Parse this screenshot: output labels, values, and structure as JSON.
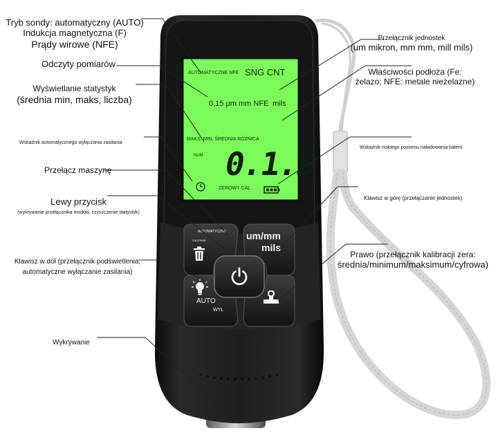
{
  "annotations": {
    "probe_mode": [
      "Tryb sondy: automatyczny (AUTO)",
      "Indukcja magnetyczna (F)",
      "Prądy wirowe (NFE)"
    ],
    "readings": "Odczyty pomiarów",
    "stats_title": "Wyświetlanie statystyk",
    "stats_detail": "(średnia min, maks, liczba)",
    "auto_power_off": "Wskaźnik automatycznego wyłączania zasilania",
    "machine_switch": "Przełącz maszynę",
    "left_key_title": "Lewy przycisk",
    "left_key_detail": "(wykrywanie przełącznika modów, czyszczenie statystyk)",
    "down_key": [
      "Klawisz w dół (przełącznik podświetlenia,",
      "automatyczne wyłączanie zasilania)"
    ],
    "detection": "Wykrywanie",
    "unit_switch_title": "Przełącznik jednostek",
    "unit_switch_detail": "(um mikron, mm mm, mill mils)",
    "substrate": [
      "Właściwości podłoża (Fe:",
      "żelazo; NFE: metale nieżelazne)"
    ],
    "low_battery": "Wskaźnik niskiego poziomu naładowania baterii",
    "up_key": "Klawisz w górę (przełączanie jednostek)",
    "right_key": [
      "Prawo (przełącznik kalibracji zera:",
      "średnia/minimum/maksimum/cyfrowa)"
    ]
  },
  "lcd": {
    "mode_label": "AUTOMATYCZNE NFE",
    "status_label": "SNG CNT",
    "units_line": "0,15 μm mm NFE",
    "mils_label": "mils",
    "stats_line": "MAKS. MIN. ŚREDNIA RÓŻNICA",
    "num_label": "NUM",
    "reading": "0.1.5",
    "zero_label": "ZEROWY CAL",
    "background_color": "#7CFC5A"
  },
  "keys": {
    "left_top_label": "AUTOMATYCZNE",
    "left_small_label": "ZAUZANIE",
    "unit_key_line1": "um/mm",
    "unit_key_line2": "mils",
    "auto_label": "AUTO",
    "off_label": "WYŁ"
  },
  "icons": {
    "delete": "trash-icon",
    "power": "power-icon",
    "backlight": "lightbulb-icon",
    "zero": "probe-icon",
    "battery": "battery-icon",
    "timer": "clock-icon"
  },
  "colors": {
    "body": "#1c1c1c",
    "lcd": "#7CFC5A",
    "lanyard": "#d0d0d0"
  }
}
